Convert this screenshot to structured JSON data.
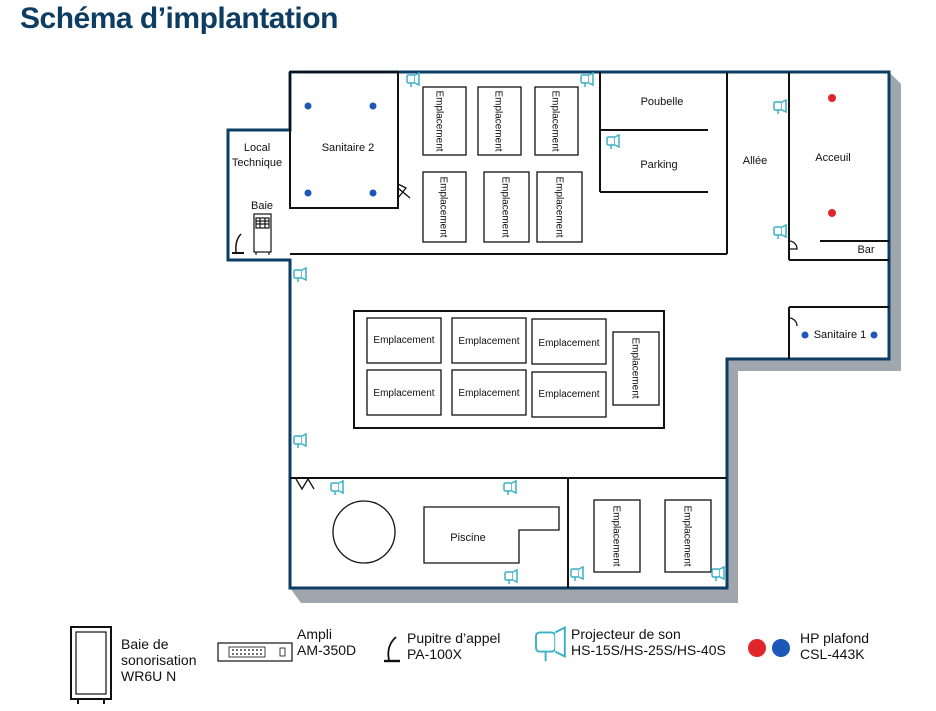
{
  "title": "Schéma d’implantation",
  "rooms": {
    "local_technique": [
      "Local",
      "Technique"
    ],
    "baie": "Baie",
    "sanitaire_2": "Sanitaire 2",
    "poubelle": "Poubelle",
    "parking": "Parking",
    "allee": "Allée",
    "accueil": "Acceuil",
    "bar": "Bar",
    "sanitaire_1": "Sanitaire 1",
    "piscine": "Piscine"
  },
  "emplacement_label": "Emplacement",
  "legend": {
    "baie": [
      "Baie de",
      "sonorisation",
      "WR6U N"
    ],
    "ampli": [
      "Ampli",
      "AM-350D"
    ],
    "pupitre": [
      "Pupitre d’appel",
      "PA-100X"
    ],
    "projecteur": [
      "Projecteur de son",
      "HS-15S/HS-25S/HS-40S"
    ],
    "hp_plafond": [
      "HP plafond",
      "CSL-443K"
    ]
  },
  "colors": {
    "wall": "#0e3d63",
    "wall_shadow": "#a0a6ad",
    "speaker_blue": "#1d57b8",
    "speaker_red": "#e0262b",
    "projector": "#3ab0c6"
  },
  "icons": {
    "projector": "projector-icon",
    "ceiling_speaker": "ceiling-speaker-icon",
    "rack": "rack-icon",
    "microphone": "microphone-icon",
    "amplifier": "amplifier-icon"
  }
}
